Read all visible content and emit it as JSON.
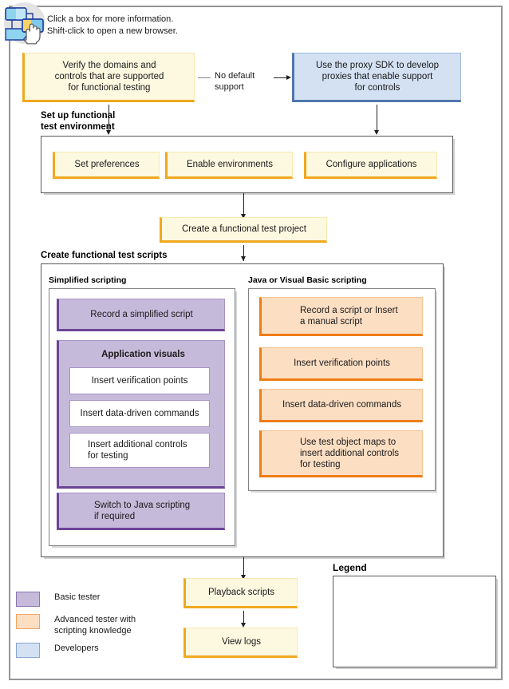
{
  "help": {
    "icon": "flowchart-click-hand-icon",
    "text": "Click a box for more information.\nShift-click to open a new browser."
  },
  "flow": {
    "verify_box": "Verify the domains and\ncontrols that are supported\nfor functional testing",
    "no_default_support_label": "No default\nsupport",
    "proxy_sdk_box": "Use the proxy SDK to develop\nproxies that enable support\nfor controls"
  },
  "setup": {
    "heading": "Set up functional\ntest environment",
    "boxes": [
      {
        "label": "Set preferences"
      },
      {
        "label": "Enable environments"
      },
      {
        "label": "Configure applications"
      }
    ]
  },
  "project": {
    "box": "Create a functional test project"
  },
  "scripts": {
    "heading": "Create functional test scripts",
    "simplified": {
      "subheading": "Simplified scripting",
      "record": "Record a simplified script",
      "app_visuals": {
        "title": "Application visuals",
        "items": [
          "Insert verification points",
          "Insert data-driven commands",
          "Insert additional controls\nfor testing"
        ]
      },
      "switch": "Switch to Java scripting\nif required"
    },
    "java": {
      "subheading": "Java or Visual Basic scripting",
      "items": [
        "Record a script or Insert\na manual script",
        "Insert verification points",
        "Insert data-driven commands",
        "Use test object maps to\ninsert additional controls\nfor testing"
      ]
    }
  },
  "tail": {
    "playback": "Playback scripts",
    "viewlogs": "View logs"
  },
  "legend": {
    "title": "Legend",
    "items": [
      {
        "label": "Basic tester",
        "fill": "#c6bada",
        "stroke": "#8b76ae"
      },
      {
        "label": "Advanced tester with\nscripting knowledge",
        "fill": "#fcdec3",
        "stroke": "#f0a460"
      },
      {
        "label": "Developers",
        "fill": "#d3e1f3",
        "stroke": "#89a8cd"
      }
    ]
  },
  "colors": {
    "yellow_fill": "#fdf8e0",
    "yellow_accent": "#f0a81e",
    "blue_fill": "#d3e1f3",
    "blue_accent": "#5277ad",
    "purple_fill": "#c6bada",
    "purple_accent": "#6d4596",
    "orange_fill": "#fcdec3",
    "orange_accent": "#ee7d16",
    "frame": "#939598",
    "line": "#231f20"
  }
}
